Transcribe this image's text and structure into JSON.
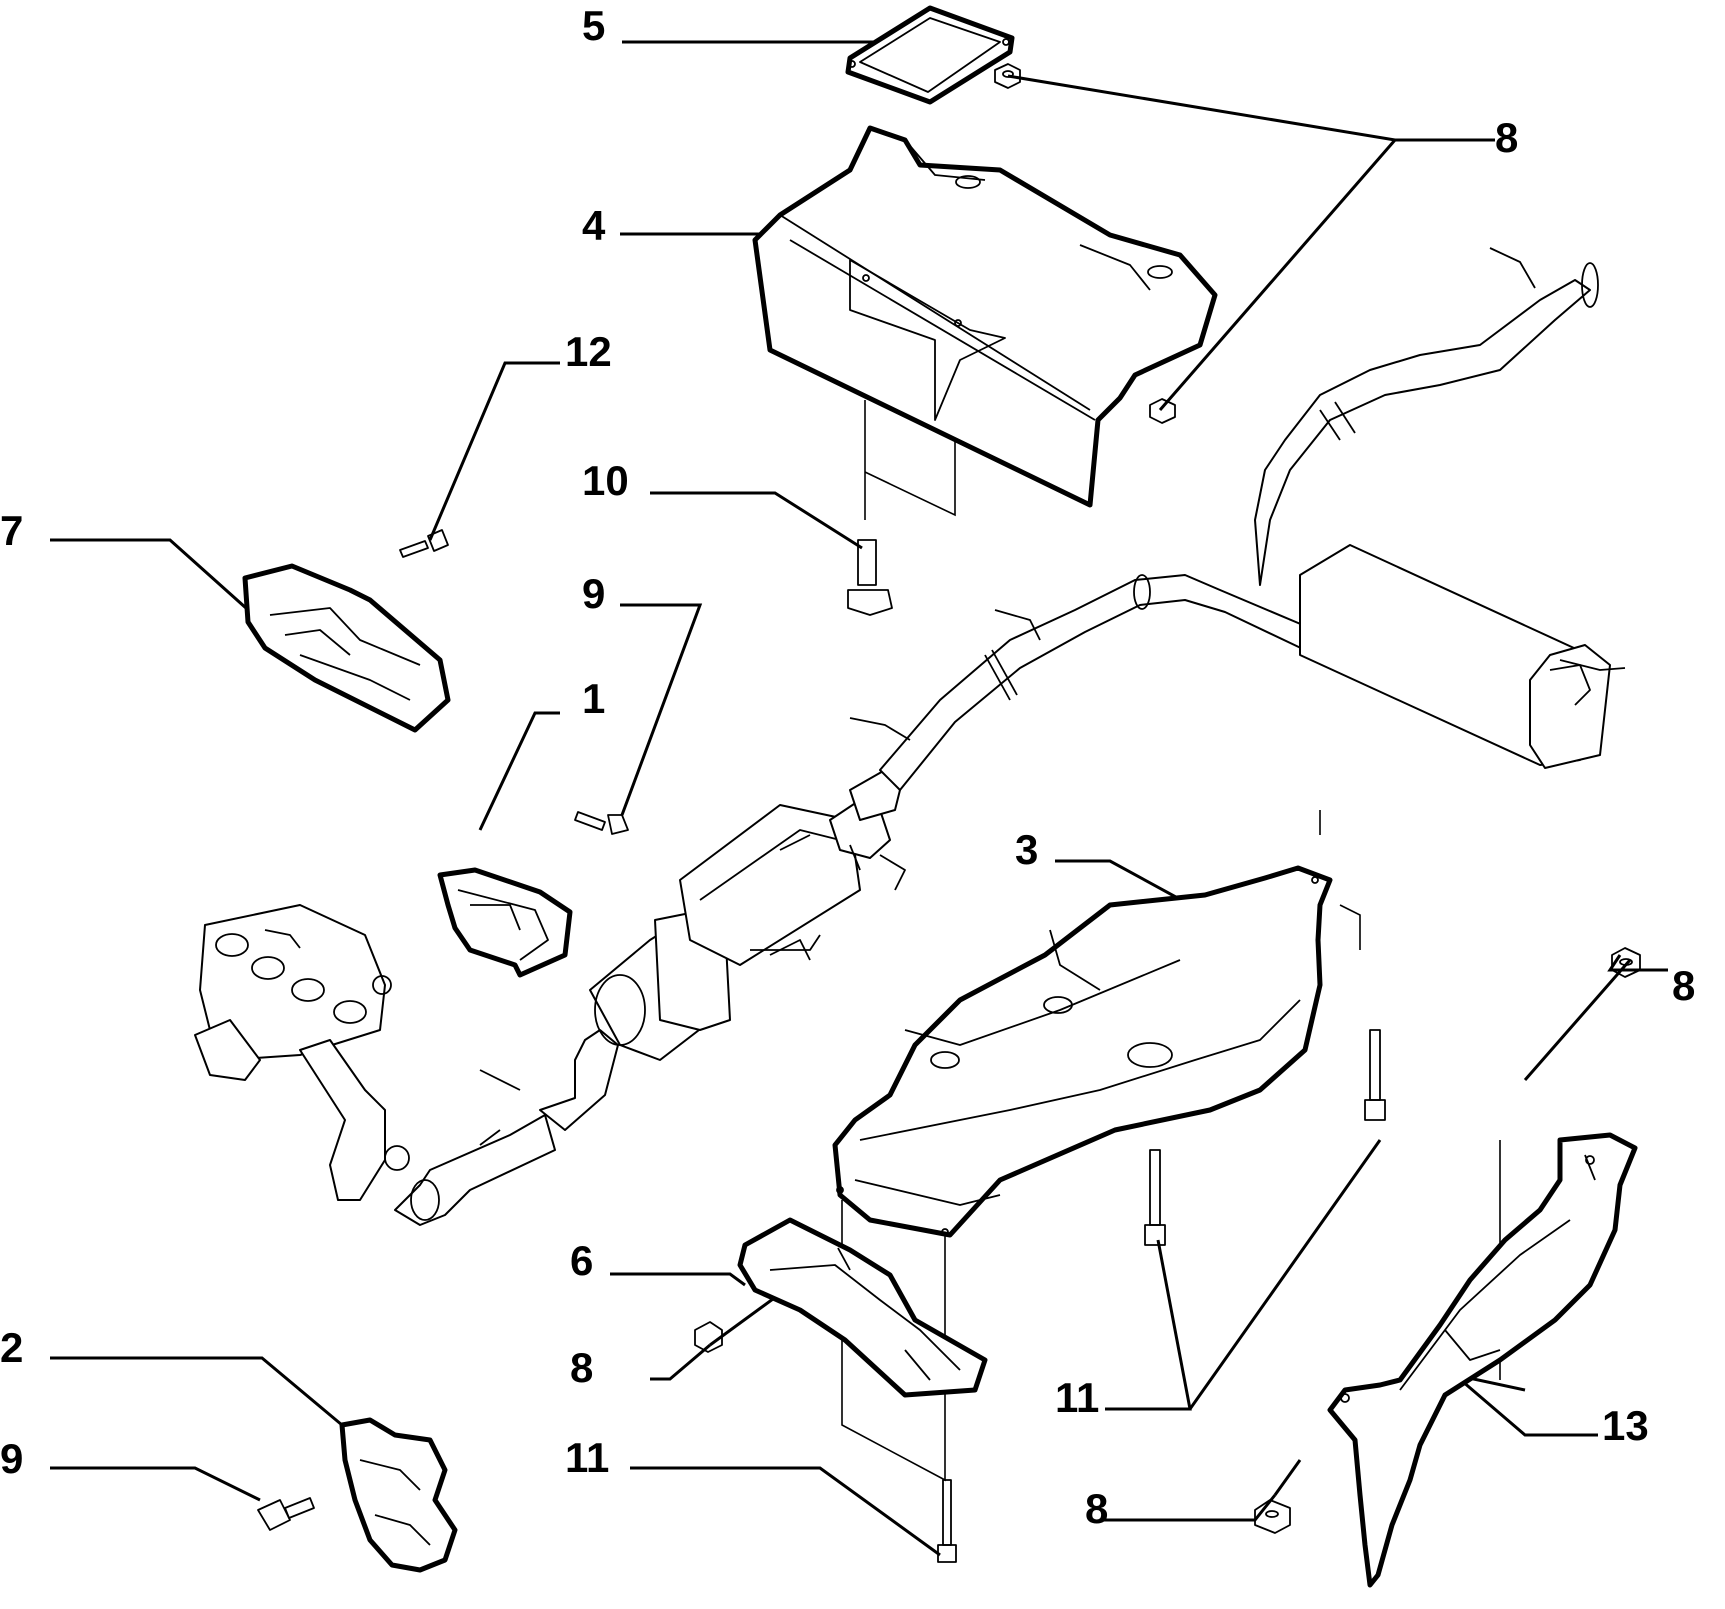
{
  "diagram": {
    "labels": {
      "l1": "1",
      "l2": "2",
      "l3": "3",
      "l4": "4",
      "l5": "5",
      "l6": "6",
      "l7": "7",
      "l8_top": "8",
      "l8_right": "8",
      "l8_mid": "8",
      "l8_bottom": "8",
      "l9_top": "9",
      "l9_bottom": "9",
      "l10": "10",
      "l11_bottom": "11",
      "l11_right": "11",
      "l12": "12",
      "l13": "13"
    },
    "colors": {
      "line": "#000000",
      "background": "#ffffff"
    }
  }
}
